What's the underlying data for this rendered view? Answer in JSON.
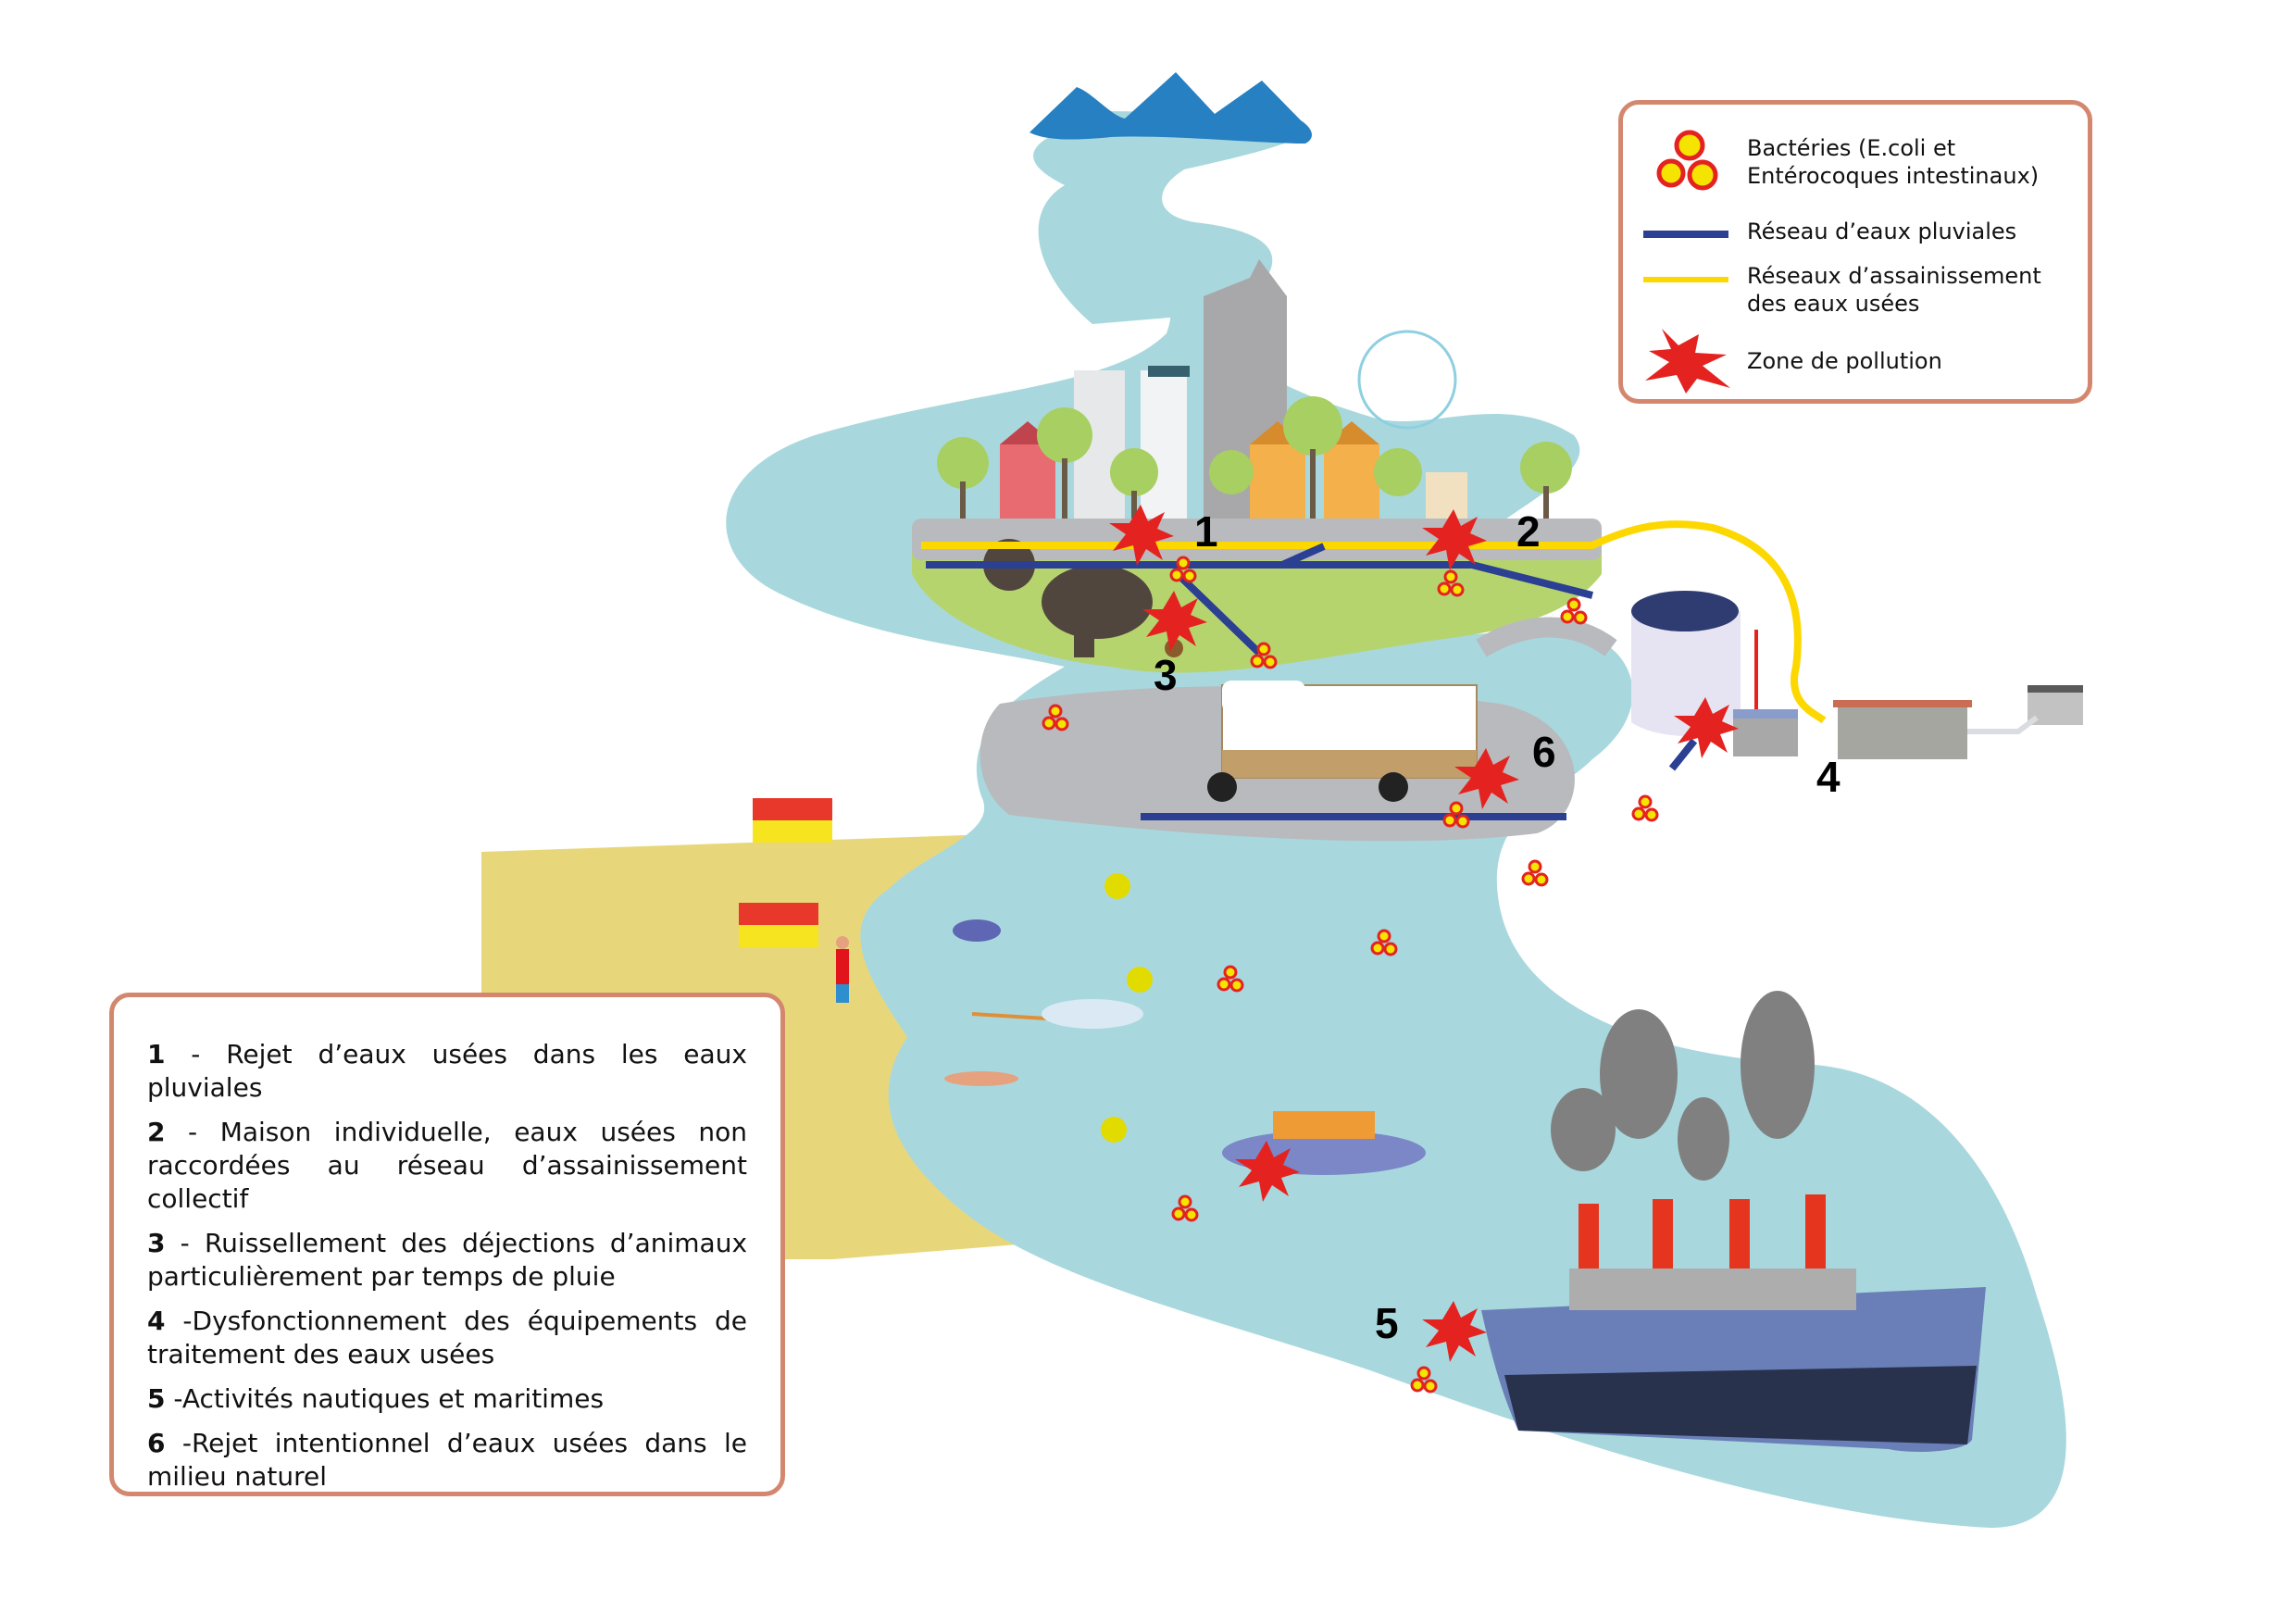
{
  "legend": {
    "items": [
      {
        "icon": "bacteria-cluster-icon",
        "label_line1": "Bactéries (E.coli et",
        "label_line2": "Entérocoques intestinaux)"
      },
      {
        "icon": "stormwater-line-icon",
        "label_line1": "Réseau d’eaux pluviales",
        "label_line2": ""
      },
      {
        "icon": "sewer-line-icon",
        "label_line1": "Réseaux d’assainissement",
        "label_line2": "des eaux usées"
      },
      {
        "icon": "pollution-burst-icon",
        "label_line1": "Zone de pollution",
        "label_line2": ""
      }
    ]
  },
  "colors": {
    "water": "#a8d8dd",
    "mountain": "#2680c2",
    "stormwater": "#2b3f93",
    "sewer": "#fcd800",
    "pollution": "#e42320",
    "bacteria_fill": "#f5e400",
    "bacteria_ring": "#e42320",
    "beach": "#e8d77a",
    "road": "#b8babd",
    "grass": "#b6d46e",
    "box_border": "#d4876f"
  },
  "markers": [
    "1",
    "2",
    "3",
    "4",
    "5",
    "6"
  ],
  "descriptions": [
    {
      "num": "1",
      "sep": " - ",
      "text": "Rejet d’eaux usées dans les eaux pluviales"
    },
    {
      "num": "2",
      "sep": " - ",
      "text": "Maison individuelle, eaux usées non raccordées au réseau d’assainissement collectif"
    },
    {
      "num": "3",
      "sep": " - ",
      "text": "Ruissellement des déjections d’animaux particulièrement par temps de pluie"
    },
    {
      "num": "4",
      "sep": " -",
      "text": "Dysfonctionnement des équipements de traitement des eaux usées"
    },
    {
      "num": "5",
      "sep": " -",
      "text": "Activités nautiques et maritimes"
    },
    {
      "num": "6",
      "sep": " -",
      "text": "Rejet intentionnel d’eaux usées dans le milieu naturel"
    }
  ]
}
